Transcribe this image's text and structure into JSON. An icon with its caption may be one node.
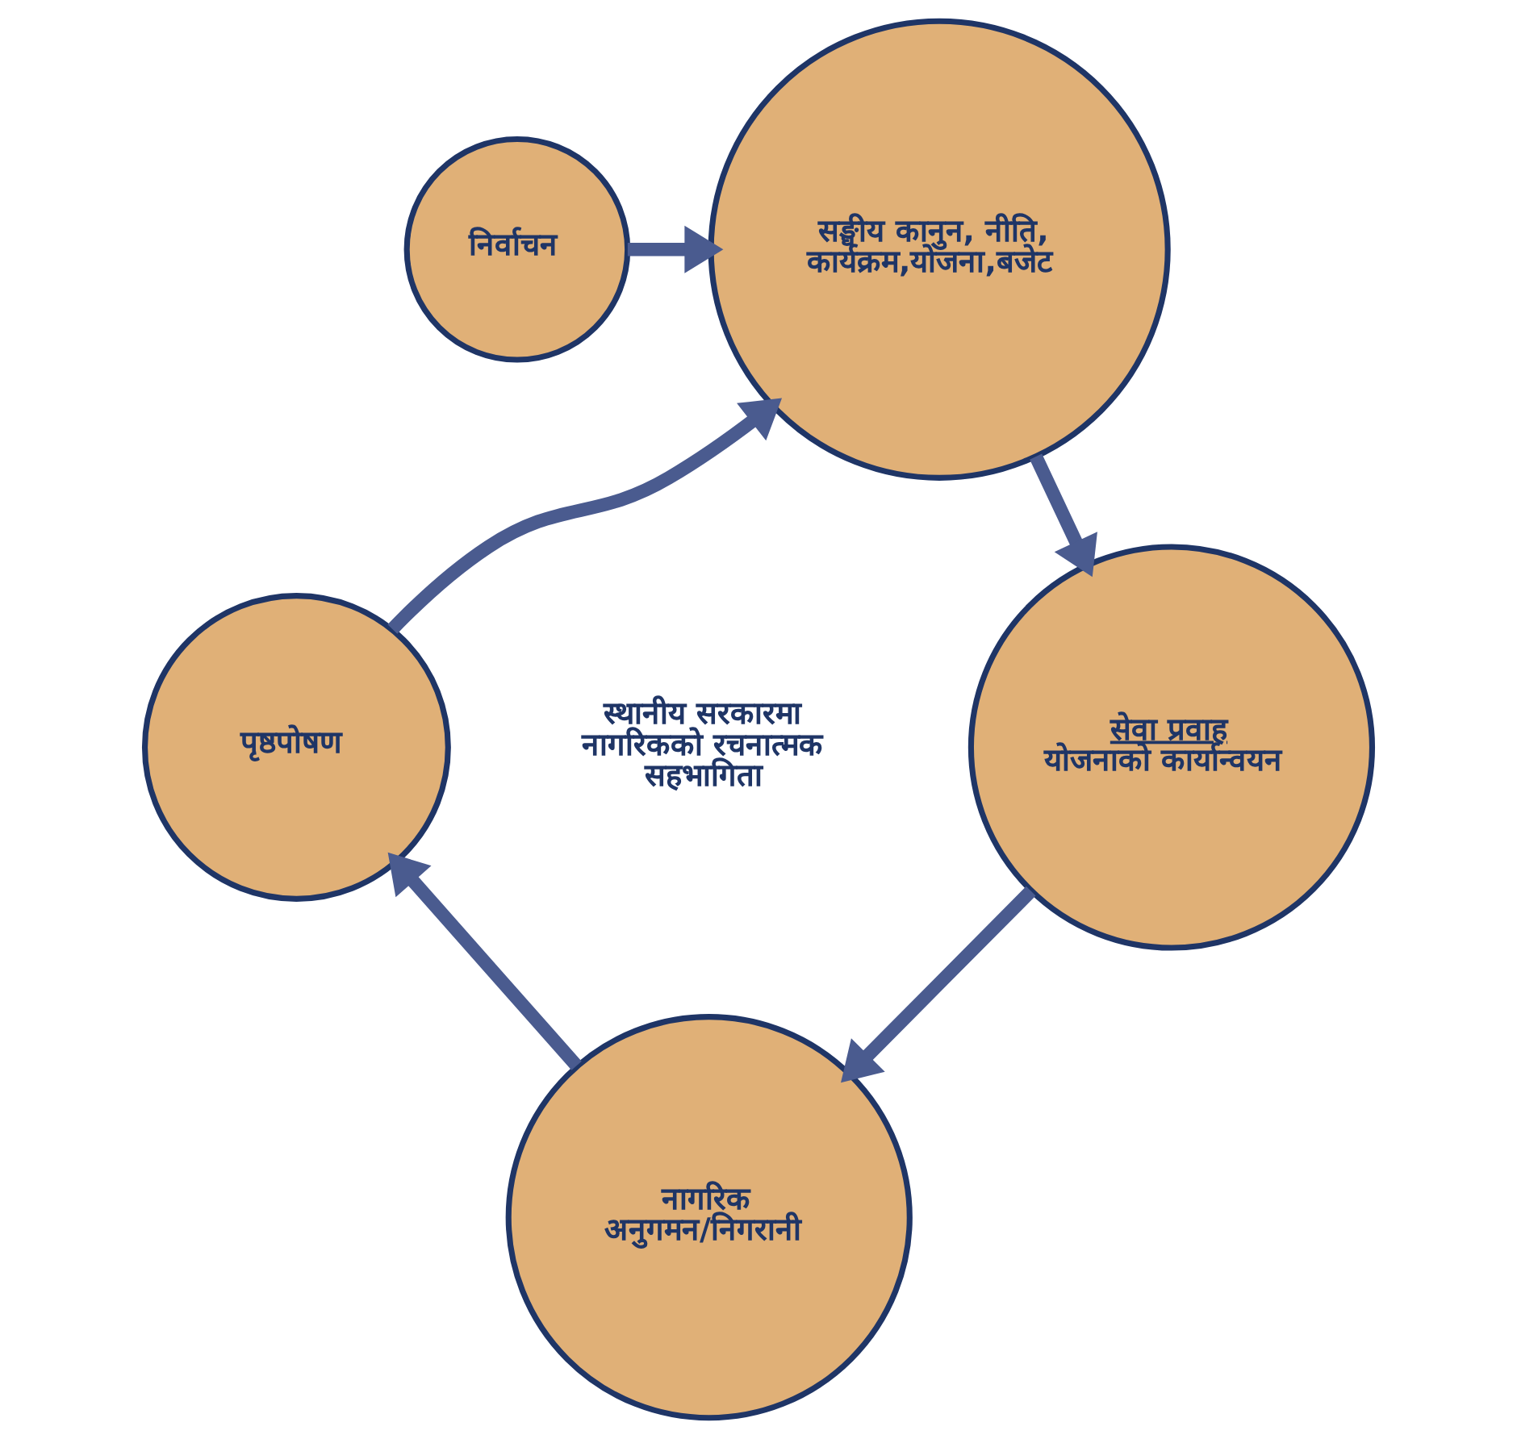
{
  "diagram": {
    "nodes": [
      {
        "text": [
          "निर्वाचन"
        ]
      },
      {
        "text": [
          "सङ्घीय कानुन, नीति, कार्यक्रम,योजना,बजेट"
        ]
      },
      {
        "text": [
          "सेवा प्रवाह",
          "योजनाको कार्यान्वयन"
        ]
      },
      {
        "text": [
          "नागरिक अनुगमन/निगरानी"
        ]
      },
      {
        "text": [
          "पृष्ठपोषण"
        ]
      }
    ],
    "edges": [
      {
        "from": 0,
        "to": 1,
        "arrow": "to"
      },
      {
        "from": 1,
        "to": 2,
        "arrow": "to"
      },
      {
        "from": 2,
        "to": 3,
        "arrow": "to"
      },
      {
        "from": 3,
        "to": 4,
        "arrow": "to"
      },
      {
        "from": 4,
        "to": 1,
        "arrow": "to"
      }
    ],
    "labels": [
      "स्थानीय सरकारमा नागरिकको रचनात्मक सहभागिता"
    ]
  }
}
